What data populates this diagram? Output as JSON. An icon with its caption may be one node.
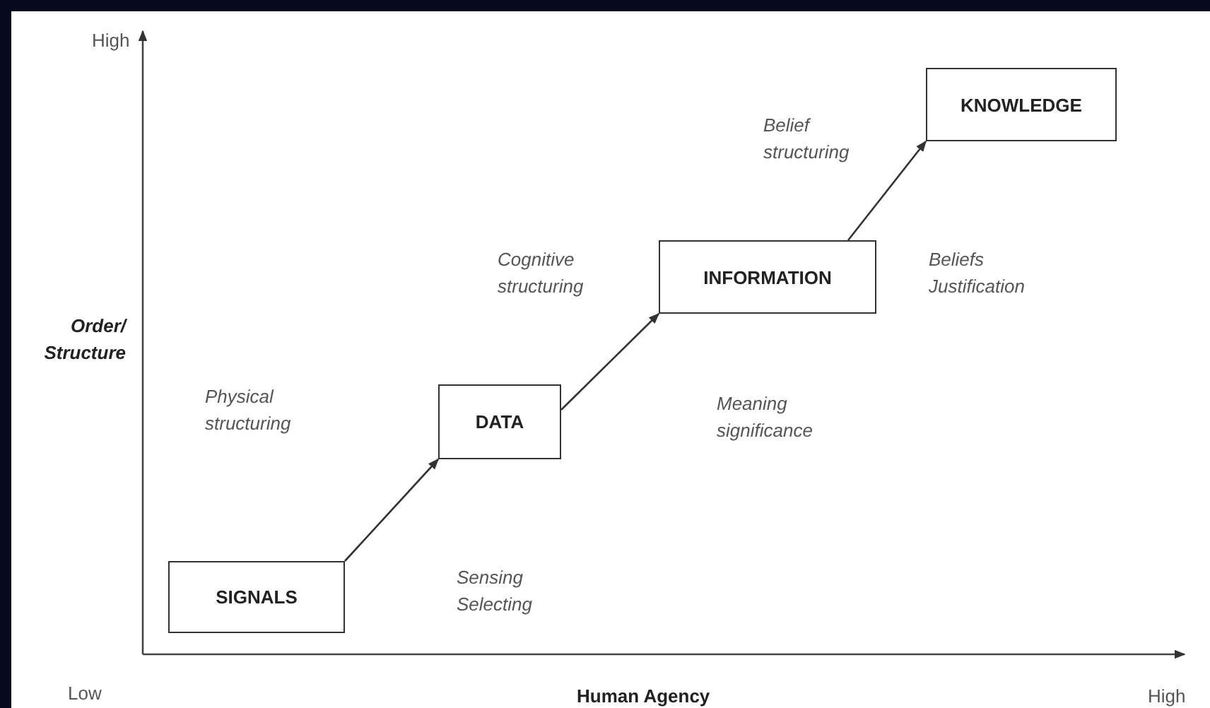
{
  "diagram": {
    "nodes": [
      {
        "text": [
          "SIGNALS"
        ]
      },
      {
        "text": [
          "DATA"
        ]
      },
      {
        "text": [
          "INFORMATION"
        ]
      },
      {
        "text": [
          "KNOWLEDGE"
        ]
      }
    ],
    "edges": [
      {
        "from": 0,
        "to": 1,
        "arrow": "to"
      },
      {
        "from": 1,
        "to": 2,
        "arrow": "to"
      },
      {
        "from": 2,
        "to": 3,
        "arrow": "to"
      }
    ],
    "labels": [
      "High",
      "Belief structuring",
      "Cognitive structuring",
      "Beliefs Justification",
      "Order/ Structure",
      "Physical structuring",
      "Meaning significance",
      "Sensing Selecting",
      "Low",
      "Human Agency",
      "High"
    ]
  }
}
